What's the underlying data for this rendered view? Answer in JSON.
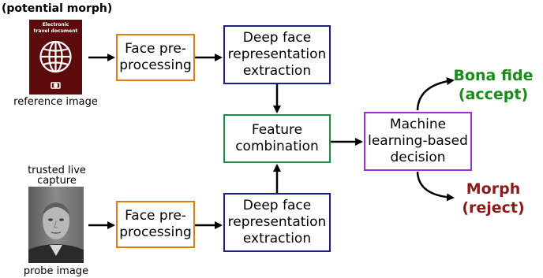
{
  "reference": {
    "top_label": "(potential morph)",
    "doc_text": "Electronic\ntravel document",
    "caption": "reference image"
  },
  "probe": {
    "top_label": "trusted live\ncapture",
    "caption": "probe image"
  },
  "boxes": {
    "preproc_top": "Face pre-\nprocessing",
    "deep_top": "Deep face\nrepresentation\nextraction",
    "feature": "Feature\ncombination",
    "ml": "Machine\nlearning-based\ndecision",
    "preproc_bottom": "Face pre-\nprocessing",
    "deep_bottom": "Deep face\nrepresentation\nextraction"
  },
  "outcomes": {
    "accept": "Bona fide\n(accept)",
    "reject": "Morph\n(reject)"
  },
  "colors": {
    "preproc_border": "#e07b10",
    "deep_border": "#1c1c8a",
    "feature_border": "#1d8a4e",
    "ml_border": "#9b30d9",
    "accept_text": "#1a8a1a",
    "reject_text": "#8b1a1a",
    "passport_cover": "#5c0a0a"
  },
  "icons": {
    "passport": "passport-icon",
    "photo": "face-photo"
  }
}
